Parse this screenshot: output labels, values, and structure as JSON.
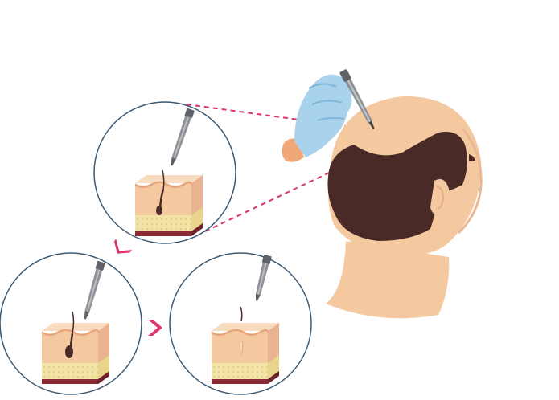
{
  "illustration": {
    "steps": [
      {
        "name": "step-1-punch-insertion"
      },
      {
        "name": "step-2-follicle-extraction"
      },
      {
        "name": "step-3-follicle-removed"
      }
    ]
  },
  "colors": {
    "circle_outline": "#3d5a73",
    "skin": "#f5c9a0",
    "skin_light": "#f9dcc0",
    "hair": "#4a2a26",
    "glove": "#a9d3ec",
    "glove_shadow": "#7eb5d8",
    "dashed_line": "#e0336b",
    "arrow": "#e0336b",
    "fat_layer": "#f2e3a6",
    "dermis_base": "#8b2a35",
    "tool_metal": "#8e9196",
    "tool_dark": "#5f6368"
  },
  "icons": [
    "gloved-hand-icon",
    "punch-tool-icon",
    "arrow-icon",
    "skin-block-icon"
  ]
}
